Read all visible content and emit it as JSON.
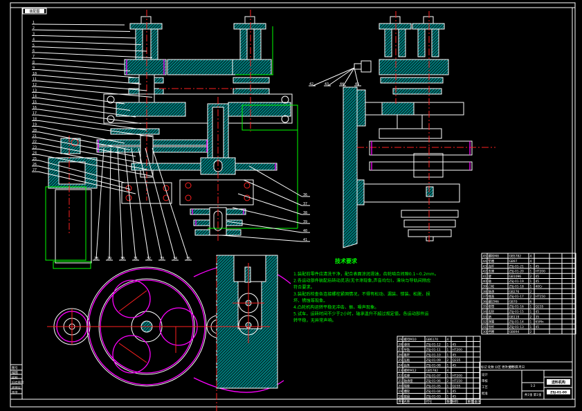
{
  "drawing": {
    "title_tag": "装配图",
    "drawing_title": "送料机构装配图",
    "drawing_number": "ZSJ-01-00",
    "scale": "1:2",
    "sheet": "共1张 第1张",
    "colors": {
      "background": "#000000",
      "outline": "#ffffff",
      "dimension": "#00ff00",
      "centerline": "#ff2020",
      "hatch": "#00e5e5",
      "highlight": "#ff00ff"
    }
  },
  "technical_requirements": {
    "heading": "技术要求",
    "items": [
      "1.装配前零件应清洗干净，配合表面涂润滑油，齿轮啮合间隙0.1~0.2mm。",
      "2.各运动部件装配后转动灵活(无卡滞现象,声音均匀)，滑块与导轨间隙应",
      "  符合要求。",
      "3.装配后检查各连接螺栓紧固情况，不得有松动、漏装、错装、松脱、损",
      "  坏、锈蚀等现象。",
      "4.凸轮机构运转平稳无冲击、振、噪声现象。",
      "5.试车，运转时间不少于2小时，轴承温升不超过规定值，各运动部件运",
      "  转平稳，无异常声响。"
    ]
  },
  "balloons_left": [
    "1",
    "2",
    "3",
    "4",
    "5",
    "6",
    "7",
    "8",
    "9",
    "10",
    "11",
    "12",
    "13",
    "14",
    "15",
    "16",
    "17",
    "18",
    "19",
    "20",
    "21",
    "22",
    "23",
    "24",
    "25",
    "26",
    "27"
  ],
  "balloons_bottom": [
    "28",
    "29",
    "30",
    "31",
    "32",
    "33",
    "34",
    "35"
  ],
  "balloons_right": [
    "36",
    "37",
    "38",
    "39",
    "40",
    "41"
  ],
  "balloons_side": [
    "42",
    "43",
    "44",
    "45"
  ],
  "bom_upper": {
    "rows": [
      [
        "45",
        "螺栓M8",
        "GB5782",
        "4",
        "",
        "",
        ""
      ],
      [
        "44",
        "垫圈",
        "GB97",
        "4",
        "",
        "",
        ""
      ],
      [
        "43",
        "连杆",
        "ZSJ-01-21",
        "1",
        "45",
        "",
        ""
      ],
      [
        "42",
        "支座",
        "ZSJ-01-20",
        "1",
        "HT200",
        "",
        ""
      ],
      [
        "41",
        "键",
        "GB1096",
        "2",
        "45",
        "",
        ""
      ],
      [
        "40",
        "轴",
        "ZSJ-01-19",
        "1",
        "45",
        "",
        ""
      ],
      [
        "39",
        "凸轮",
        "ZSJ-01-18",
        "1",
        "40Cr",
        "",
        ""
      ],
      [
        "38",
        "轴承",
        "GB276",
        "2",
        "",
        "",
        ""
      ],
      [
        "37",
        "端盖",
        "ZSJ-01-17",
        "2",
        "HT150",
        "",
        ""
      ],
      [
        "36",
        "螺钉M6",
        "GB70",
        "6",
        "",
        "",
        ""
      ],
      [
        "35",
        "套筒",
        "ZSJ-01-16",
        "1",
        "Q235",
        "",
        ""
      ],
      [
        "34",
        "齿轮",
        "ZSJ-01-15",
        "1",
        "45",
        "",
        ""
      ],
      [
        "33",
        "销",
        "GB119",
        "2",
        "35",
        "",
        ""
      ],
      [
        "32",
        "弹簧",
        "ZSJ-01-14",
        "1",
        "65Mn",
        "",
        ""
      ],
      [
        "31",
        "导杆",
        "ZSJ-01-13",
        "1",
        "45",
        "",
        ""
      ],
      [
        "30",
        "挡圈",
        "GB894",
        "2",
        "",
        "",
        ""
      ]
    ]
  },
  "bom_lower": {
    "rows": [
      [
        "29",
        "螺母M10",
        "GB6170",
        "4",
        "",
        "",
        ""
      ],
      [
        "28",
        "滑块",
        "ZSJ-01-12",
        "1",
        "45",
        "",
        ""
      ],
      [
        "27",
        "导轨",
        "ZSJ-01-11",
        "1",
        "HT200",
        "",
        ""
      ],
      [
        "26",
        "推杆",
        "ZSJ-01-10",
        "1",
        "45",
        "",
        ""
      ],
      [
        "25",
        "压板",
        "ZSJ-01-09",
        "2",
        "Q235",
        "",
        ""
      ],
      [
        "24",
        "齿条",
        "ZSJ-01-08",
        "1",
        "45",
        "",
        ""
      ],
      [
        "23",
        "螺栓M12",
        "GB5782",
        "4",
        "",
        "",
        ""
      ],
      [
        "22",
        "底座",
        "ZSJ-01-07",
        "1",
        "HT200",
        "",
        ""
      ],
      [
        "21",
        "轴承座",
        "ZSJ-01-06",
        "2",
        "HT150",
        "",
        ""
      ],
      [
        "20",
        "隔套",
        "ZSJ-01-05",
        "1",
        "Q235",
        "",
        ""
      ],
      [
        "19",
        "槽轮",
        "ZSJ-01-04",
        "1",
        "45",
        "",
        ""
      ],
      [
        "18",
        "拨盘",
        "ZSJ-01-03",
        "1",
        "45",
        "",
        ""
      ]
    ],
    "header": [
      "序号",
      "名称",
      "代号",
      "数量",
      "材料",
      "重量",
      "备注"
    ]
  },
  "title_block": {
    "fields": [
      "标记",
      "处数",
      "分区",
      "更改文件号",
      "签名",
      "年月日"
    ],
    "roles": [
      "设计",
      "审核",
      "工艺",
      "批准"
    ],
    "stage_labels": [
      "阶段标记",
      "重量",
      "比例"
    ],
    "company": "机械学院",
    "name": "送料机构",
    "code": "ZSJ-01-00"
  },
  "left_stamp": [
    "图号",
    "描图",
    "描校",
    "旧底图号",
    "底图号",
    "签字"
  ]
}
